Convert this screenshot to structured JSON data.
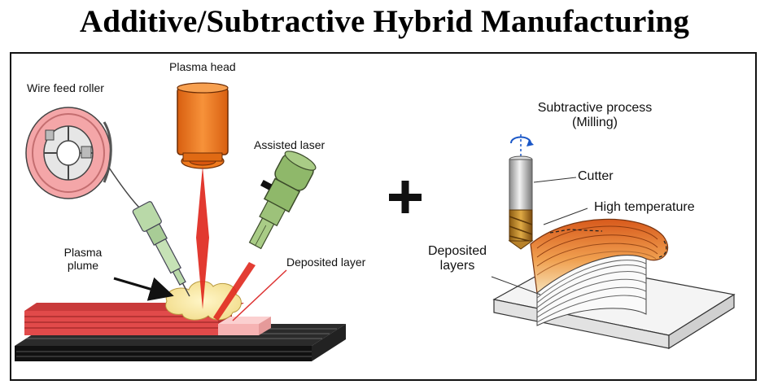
{
  "title": "Additive/Subtractive Hybrid Manufacturing",
  "additive": {
    "wire_feed_roller": "Wire feed roller",
    "plasma_head": "Plasma head",
    "assisted_laser": "Assisted laser",
    "plasma_plume_line1": "Plasma",
    "plasma_plume_line2": "plume",
    "deposited_layer": "Deposited layer"
  },
  "plus_sign": "+",
  "subtractive": {
    "process_line1": "Subtractive process",
    "process_line2": "(Milling)",
    "cutter": "Cutter",
    "high_temperature": "High temperature",
    "deposited_layers_line1": "Deposited",
    "deposited_layers_line2": "layers"
  },
  "colors": {
    "plasma_head": "#f07a1e",
    "laser_beam": "#e0281e",
    "nozzle_green": "#b9d9a8",
    "laser_green": "#8fb86a",
    "roller_pink": "#f4a6a8",
    "substrate_dark": "#1a1a1a",
    "deposit_red": "#e14a4a",
    "hot_orange": "#e8782a",
    "cutter_gold": "#c7902a"
  }
}
